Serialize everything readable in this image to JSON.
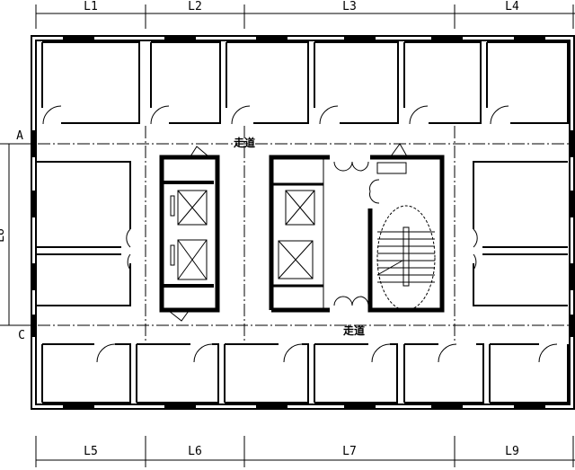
{
  "title": "Office floor plan",
  "dimensions": {
    "top": [
      "L1",
      "L2",
      "L3",
      "L4"
    ],
    "bottom": [
      "L5",
      "L6",
      "L7",
      "L9"
    ],
    "left": "L8"
  },
  "axes": {
    "top": "A",
    "bottom": "C"
  },
  "corridor_labels": [
    "走道",
    "走道"
  ],
  "colors": {
    "line": "#000000",
    "background": "#ffffff"
  }
}
